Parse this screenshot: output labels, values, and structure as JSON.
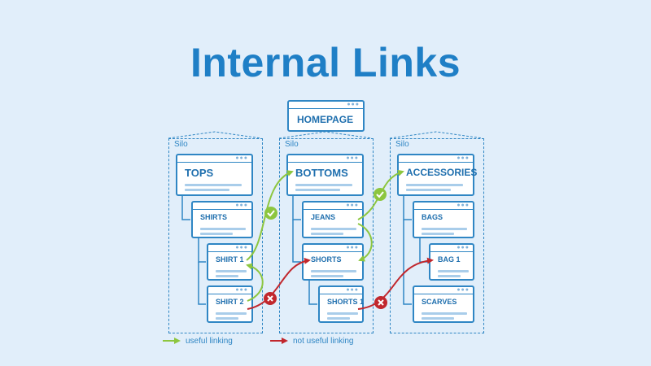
{
  "title": "Internal Links",
  "homepage": {
    "label": "HOMEPAGE"
  },
  "silo_label": "Silo",
  "silos": [
    {
      "pages": [
        "TOPS",
        "SHIRTS",
        "SHIRT 1",
        "SHIRT 2"
      ]
    },
    {
      "pages": [
        "BOTTOMS",
        "JEANS",
        "SHORTS",
        "SHORTS 1"
      ]
    },
    {
      "pages": [
        "ACCESSORIES",
        "BAGS",
        "BAG 1",
        "SCARVES"
      ]
    }
  ],
  "legend": {
    "useful": "useful linking",
    "not_useful": "not useful linking"
  },
  "colors": {
    "accent": "#1f7fc6",
    "useful": "#8dc63f",
    "not_useful": "#c1272d",
    "background": "#e1eefa"
  },
  "icons": [
    "check-icon",
    "cross-icon",
    "window-dots-icon"
  ]
}
